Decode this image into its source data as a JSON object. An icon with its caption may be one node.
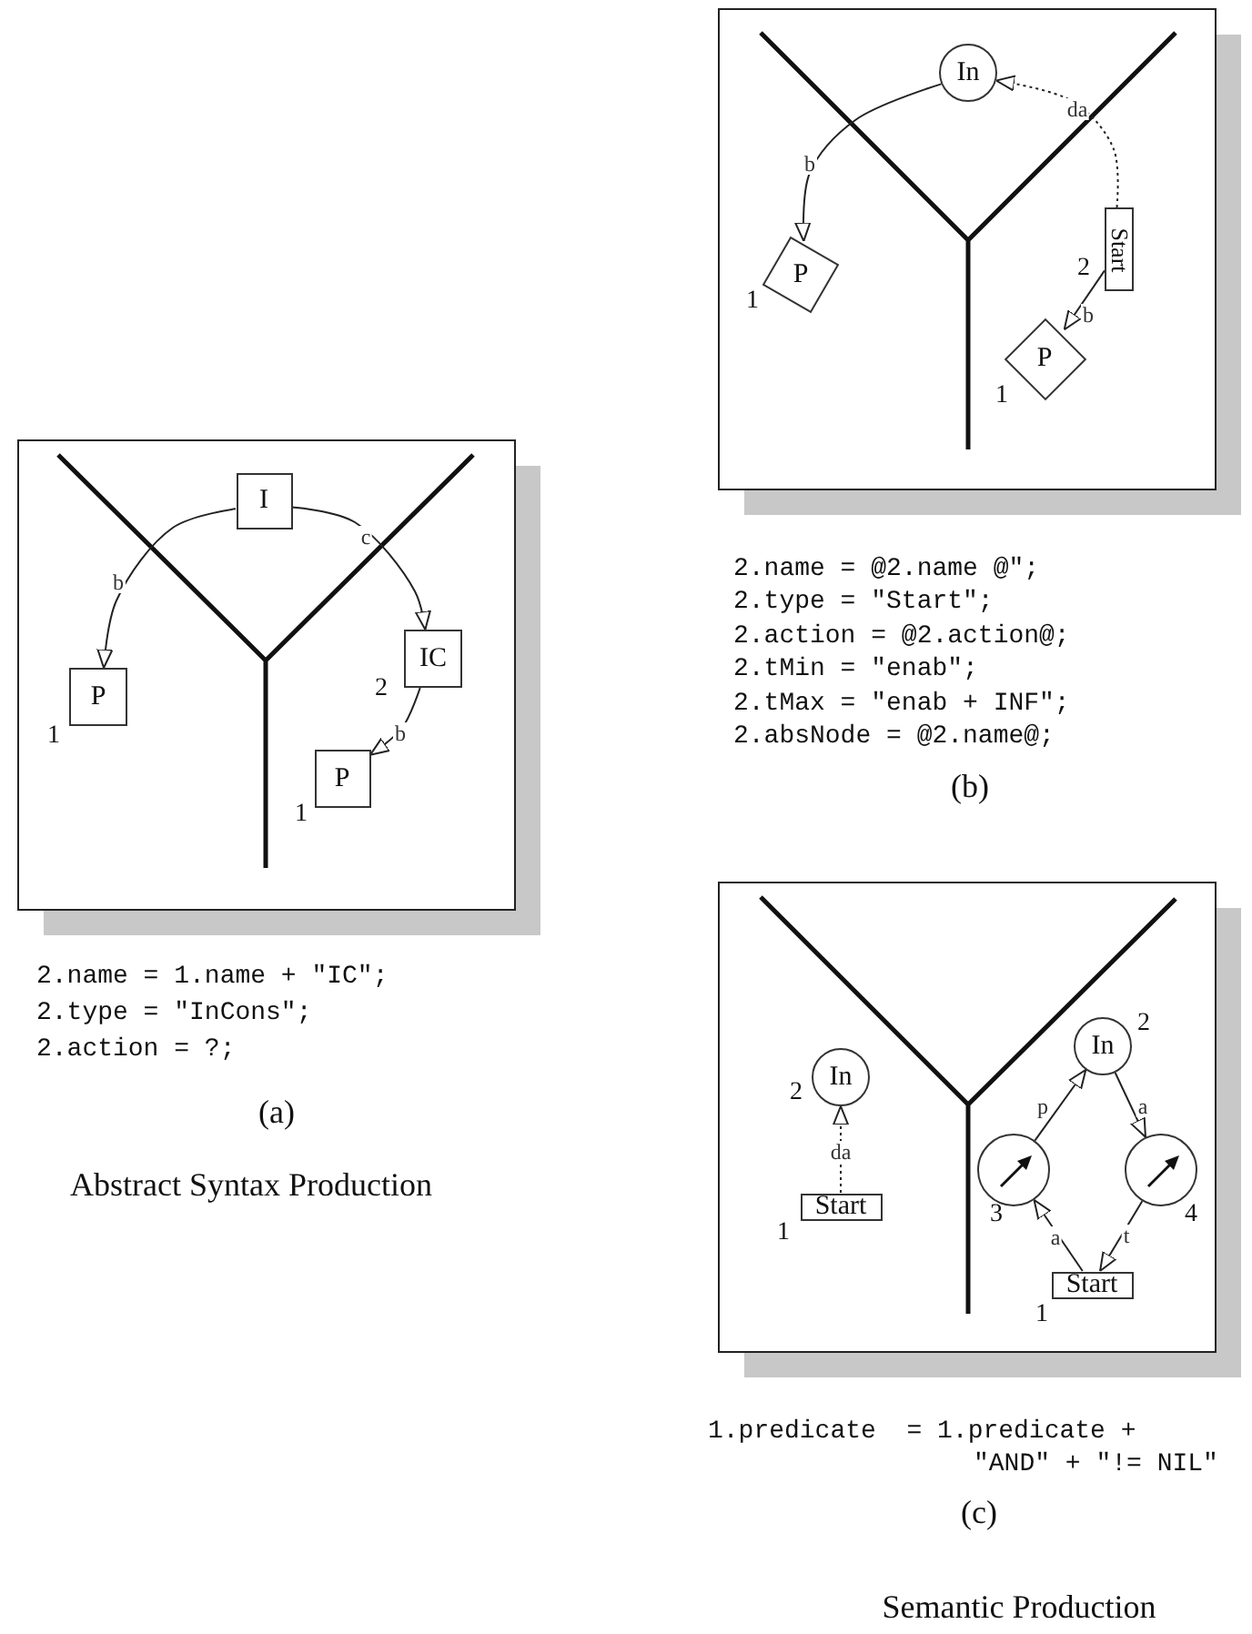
{
  "diagram": {
    "nodes": [
      {
        "text": [
          "I"
        ]
      },
      {
        "text": [
          "P"
        ],
        "beside": [
          "1"
        ]
      },
      {
        "text": [
          "IC"
        ],
        "beside": [
          "2"
        ]
      },
      {
        "text": [
          "P"
        ],
        "beside": [
          "1"
        ]
      },
      {
        "text": [
          "In"
        ]
      },
      {
        "text": [
          "P"
        ],
        "beside": [
          "1"
        ]
      },
      {
        "text": [
          "Start"
        ],
        "beside": [
          "2"
        ]
      },
      {
        "text": [
          "P"
        ],
        "beside": [
          "1"
        ]
      },
      {
        "text": [
          "In"
        ],
        "beside": [
          "2"
        ]
      },
      {
        "text": [
          "Start"
        ],
        "beside": [
          "1"
        ]
      },
      {
        "text": [
          "In"
        ],
        "beside": [
          "2"
        ]
      },
      {
        "text": [],
        "shape": "circle",
        "beside": [
          "3"
        ]
      },
      {
        "text": [],
        "shape": "circle",
        "beside": [
          "4"
        ]
      },
      {
        "text": [
          "Start"
        ],
        "beside": [
          "1"
        ]
      }
    ],
    "edges": [
      {
        "from": 0,
        "to": 1,
        "arrow": "to",
        "label": "b"
      },
      {
        "from": 0,
        "to": 2,
        "arrow": "to",
        "label": "c"
      },
      {
        "from": 2,
        "to": 3,
        "arrow": "to",
        "label": "b"
      },
      {
        "from": 4,
        "to": 5,
        "arrow": "to",
        "label": "b"
      },
      {
        "from": 6,
        "to": 4,
        "arrow": "to",
        "label": "da",
        "style": "dashed"
      },
      {
        "from": 6,
        "to": 7,
        "arrow": "to",
        "label": "b"
      },
      {
        "from": 9,
        "to": 8,
        "arrow": "to",
        "label": "da",
        "style": "dashed"
      },
      {
        "from": 11,
        "to": 10,
        "arrow": "to",
        "label": "p"
      },
      {
        "from": 10,
        "to": 12,
        "arrow": "to",
        "label": "a"
      },
      {
        "from": 13,
        "to": 11,
        "arrow": "to",
        "label": "a"
      },
      {
        "from": 12,
        "to": 13,
        "arrow": "to",
        "label": "t"
      }
    ],
    "labels": [
      "2.name = @2.name @\";",
      "2.type = \"Start\";",
      "2.action = @2.action@;",
      "2.tMin = \"enab\";",
      "2.tMax = \"enab + INF\";",
      "2.absNode = @2.name@;",
      "(b)",
      "2.name = 1.name + \"IC\";",
      "2.type = \"InCons\";",
      "2.action = ?;",
      "(a)",
      "Abstract Syntax Production",
      "1.predicate  = 1.predicate +",
      "\"AND\" + \"!= NIL\"",
      "(c)",
      "Semantic Production"
    ]
  }
}
